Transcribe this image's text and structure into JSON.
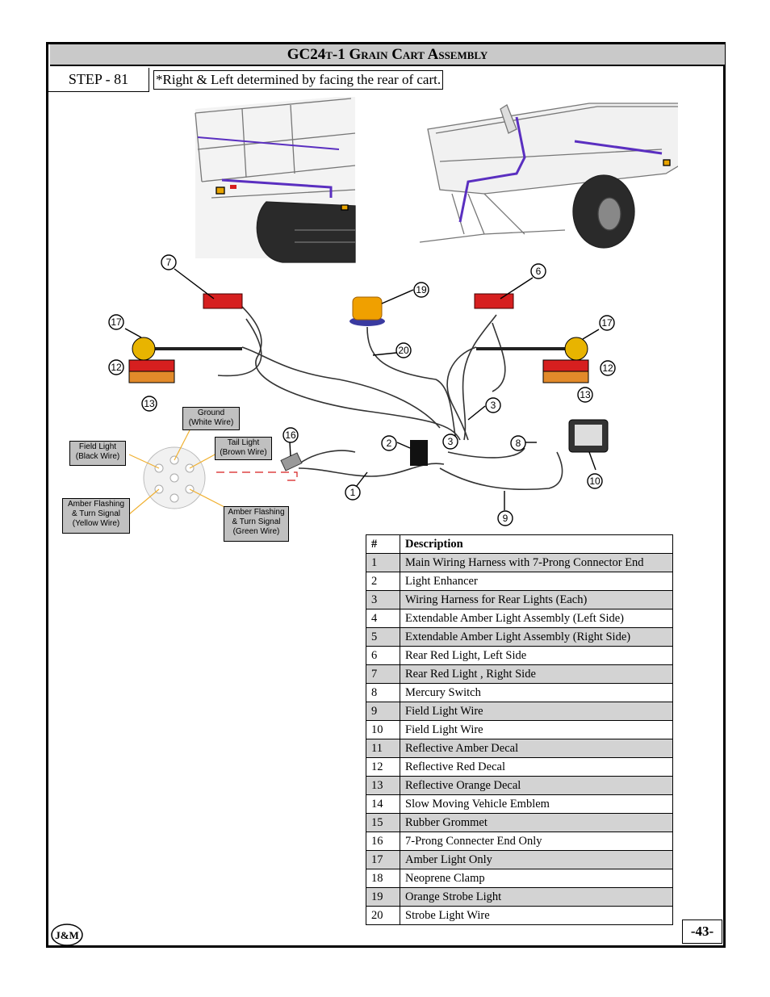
{
  "header": {
    "title_prefix": "GC24",
    "title_suffix": "t-1 Grain Cart Assembly"
  },
  "step": {
    "label": "STEP - 81",
    "note": "*Right & Left determined by facing the rear of cart."
  },
  "connector_labels": {
    "ground": [
      "Ground",
      "(White Wire)"
    ],
    "tail_light": [
      "Tail Light",
      "(Brown Wire)"
    ],
    "field_light": [
      "Field Light",
      "(Black Wire)"
    ],
    "amber_yellow": [
      "Amber Flashing",
      "& Turn Signal",
      "(Yellow Wire)"
    ],
    "amber_green": [
      "Amber Flashing",
      "& Turn Signal",
      "(Green Wire)"
    ]
  },
  "callouts": [
    "7",
    "6",
    "19",
    "17",
    "17",
    "12",
    "12",
    "13",
    "13",
    "20",
    "3",
    "3",
    "16",
    "2",
    "8",
    "10",
    "1",
    "9"
  ],
  "parts_table": {
    "headers": [
      "#",
      "Description"
    ],
    "rows": [
      {
        "num": "1",
        "desc": "Main Wiring Harness with 7-Prong Connector End"
      },
      {
        "num": "2",
        "desc": "Light Enhancer"
      },
      {
        "num": "3",
        "desc": "Wiring Harness for Rear Lights (Each)"
      },
      {
        "num": "4",
        "desc": "Extendable Amber Light Assembly (Left Side)"
      },
      {
        "num": "5",
        "desc": "Extendable Amber Light Assembly (Right Side)"
      },
      {
        "num": "6",
        "desc": "Rear Red Light, Left Side"
      },
      {
        "num": "7",
        "desc": "Rear Red Light , Right Side"
      },
      {
        "num": "8",
        "desc": "Mercury Switch"
      },
      {
        "num": "9",
        "desc": "Field Light Wire"
      },
      {
        "num": "10",
        "desc": "Field Light Wire"
      },
      {
        "num": "11",
        "desc": "Reflective Amber Decal"
      },
      {
        "num": "12",
        "desc": "Reflective Red Decal"
      },
      {
        "num": "13",
        "desc": "Reflective Orange Decal"
      },
      {
        "num": "14",
        "desc": "Slow Moving Vehicle Emblem"
      },
      {
        "num": "15",
        "desc": "Rubber Grommet"
      },
      {
        "num": "16",
        "desc": "7-Prong Connecter End Only"
      },
      {
        "num": "17",
        "desc": "Amber Light Only"
      },
      {
        "num": "18",
        "desc": "Neoprene Clamp"
      },
      {
        "num": "19",
        "desc": "Orange Strobe Light"
      },
      {
        "num": "20",
        "desc": "Strobe Light Wire"
      }
    ]
  },
  "footer": {
    "page_number": "-43-",
    "logo": "J&M"
  },
  "colors": {
    "header_bg": "#c9c9c9",
    "row_shade": "#d3d3d3",
    "harness": "#5a2fc0",
    "red_light": "#d61f1f",
    "amber": "#e8a400"
  }
}
